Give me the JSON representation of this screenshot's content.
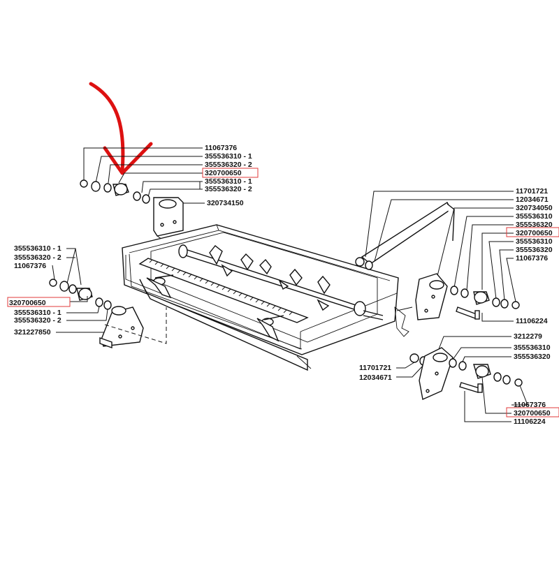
{
  "colors": {
    "ink": "#111111",
    "highlight": "#e03a3a",
    "arrow": "#dd1111",
    "background": "#ffffff"
  },
  "groups": {
    "top": {
      "labels": [
        "11067376",
        "355536310 - 1",
        "355536320 - 2",
        "320700650",
        "355536310 - 1",
        "355536320 - 2",
        "320734150"
      ],
      "highlighted": "320700650"
    },
    "left": {
      "labels": [
        "355536310 - 1",
        "355536320 - 2",
        "11067376",
        "320700650",
        "355536310 - 1",
        "355536320 - 2",
        "321227850"
      ],
      "highlighted": "320700650"
    },
    "right_upper": {
      "labels": [
        "11701721",
        "12034671",
        "320734050",
        "355536310",
        "355536320",
        "320700650",
        "355536310",
        "355536320",
        "11067376",
        "11106224"
      ],
      "highlighted": "320700650"
    },
    "center_bottom": {
      "labels": [
        "11701721",
        "12034671"
      ]
    },
    "right_lower": {
      "labels": [
        "3212279",
        "355536310",
        "355536320",
        "11067376",
        "320700650",
        "11106224"
      ],
      "highlighted": "320700650"
    }
  },
  "arrow_icon": "red-arrow-pointer-icon"
}
